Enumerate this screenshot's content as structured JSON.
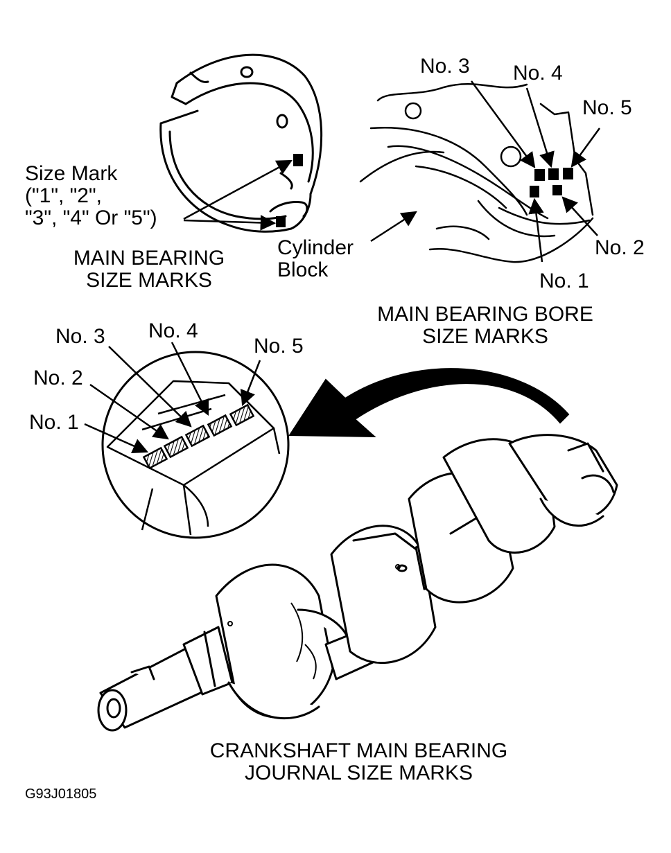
{
  "labels": {
    "size_mark_title": "Size Mark",
    "size_mark_values_1": "(\"1\", \"2\",",
    "size_mark_values_2": "\"3\", \"4\" Or \"5\")",
    "bearing_marks_caption_1": "MAIN BEARING",
    "bearing_marks_caption_2": "SIZE MARKS",
    "cylinder_block_1": "Cylinder",
    "cylinder_block_2": "Block",
    "bore_no3": "No. 3",
    "bore_no4": "No. 4",
    "bore_no5": "No. 5",
    "bore_no2": "No. 2",
    "bore_no1": "No. 1",
    "bore_caption_1": "MAIN BEARING BORE",
    "bore_caption_2": "SIZE MARKS",
    "journal_no1": "No. 1",
    "journal_no2": "No. 2",
    "journal_no3": "No. 3",
    "journal_no4": "No. 4",
    "journal_no5": "No. 5",
    "crank_caption_1": "CRANKSHAFT MAIN BEARING",
    "crank_caption_2": "JOURNAL SIZE MARKS",
    "figure_code": "G93J01805"
  },
  "colors": {
    "line": "#000000",
    "background": "#ffffff"
  }
}
